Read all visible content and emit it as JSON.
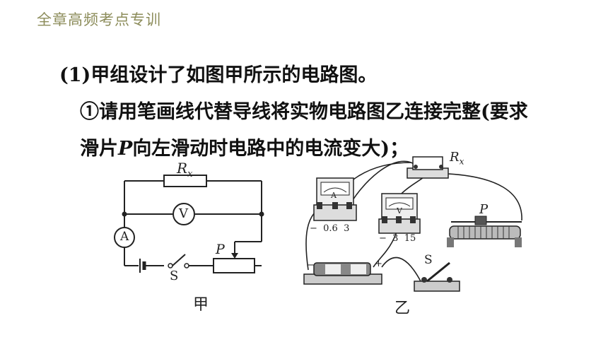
{
  "header": {
    "title": "全章高频考点专训"
  },
  "question": {
    "part_label": "(1)",
    "part_text": "甲组设计了如图甲所示的电路图。",
    "line2": "①请用笔画线代替导线将实物电路图乙连接完整(要求",
    "line3_pre": "滑片",
    "line3_var": "P",
    "line3_post": "向左滑动时电路中的电流变大)；"
  },
  "figure_jia": {
    "resistor_label": "R",
    "resistor_sub": "x",
    "voltmeter_symbol": "V",
    "ammeter_symbol": "A",
    "slider_label": "P",
    "switch_label": "S",
    "caption": "甲"
  },
  "figure_yi": {
    "resistor_label": "R",
    "resistor_sub": "x",
    "ammeter_letter": "A",
    "ammeter_terminals": "−  0.6  3",
    "voltmeter_letter": "V",
    "voltmeter_terminals": "−  3  15",
    "rheostat_label": "P",
    "switch_label": "S",
    "battery_minus": "−",
    "battery_plus": "+",
    "caption": "乙"
  }
}
